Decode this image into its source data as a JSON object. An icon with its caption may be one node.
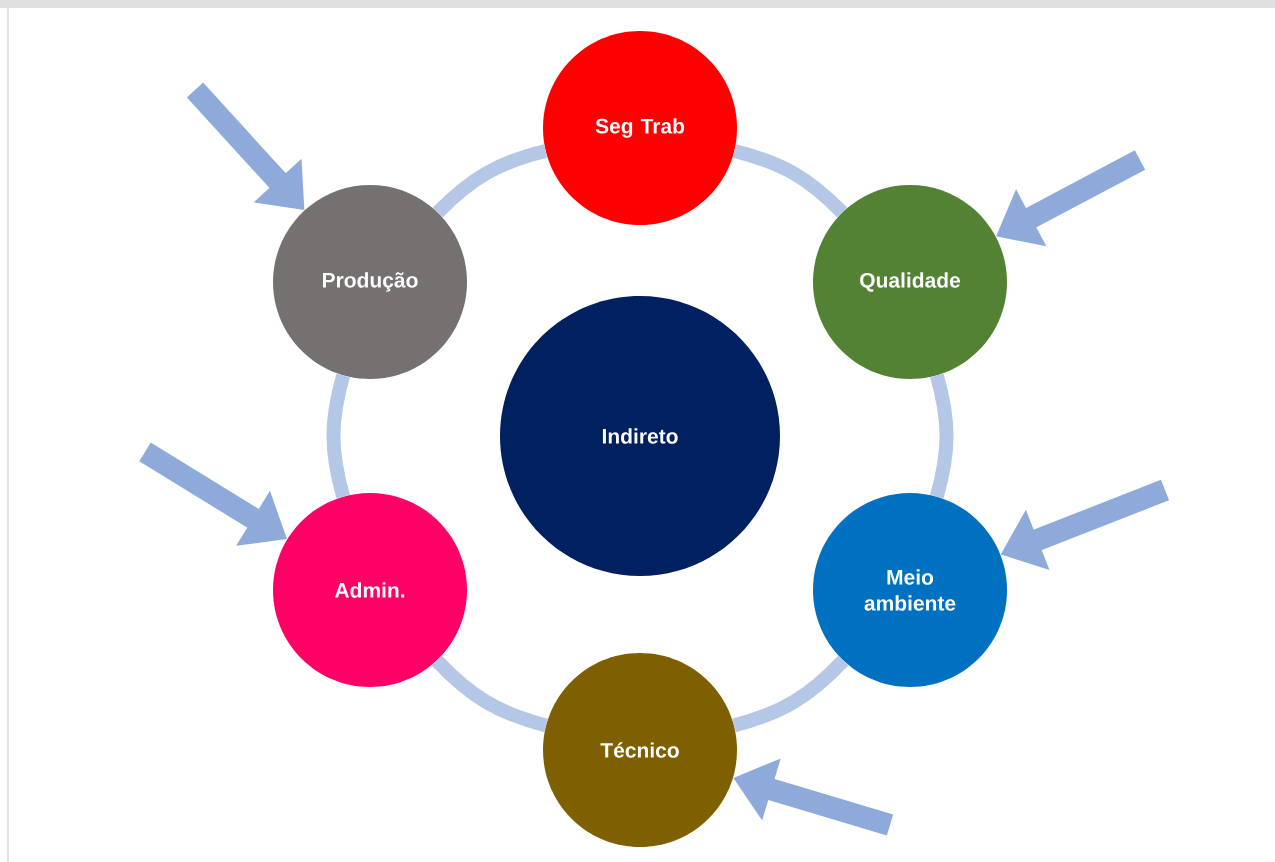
{
  "diagram": {
    "nodes": [
      {
        "text": [
          "Indireto"
        ]
      },
      {
        "text": [
          "Seg Trab"
        ]
      },
      {
        "text": [
          "Qualidade"
        ]
      },
      {
        "text": [
          "Meio ambiente"
        ]
      },
      {
        "text": [
          "Técnico"
        ]
      },
      {
        "text": [
          "Admin."
        ]
      },
      {
        "text": [
          "Produção"
        ]
      }
    ],
    "edges": [
      {
        "from": 1,
        "to": 2,
        "arrow": "none"
      },
      {
        "from": 2,
        "to": 3,
        "arrow": "none"
      },
      {
        "from": 3,
        "to": 4,
        "arrow": "none"
      },
      {
        "from": 4,
        "to": 5,
        "arrow": "none"
      },
      {
        "from": 5,
        "to": 6,
        "arrow": "none"
      },
      {
        "from": 6,
        "to": 1,
        "arrow": "none"
      },
      {
        "from": null,
        "to": 6,
        "arrow": "to",
        "color": "#8eaadb"
      },
      {
        "from": null,
        "to": 2,
        "arrow": "to",
        "color": "#8eaadb"
      },
      {
        "from": null,
        "to": 3,
        "arrow": "to",
        "color": "#8eaadb"
      },
      {
        "from": null,
        "to": 4,
        "arrow": "to",
        "color": "#8eaadb"
      },
      {
        "from": null,
        "to": 5,
        "arrow": "to",
        "color": "#8eaadb"
      }
    ]
  }
}
